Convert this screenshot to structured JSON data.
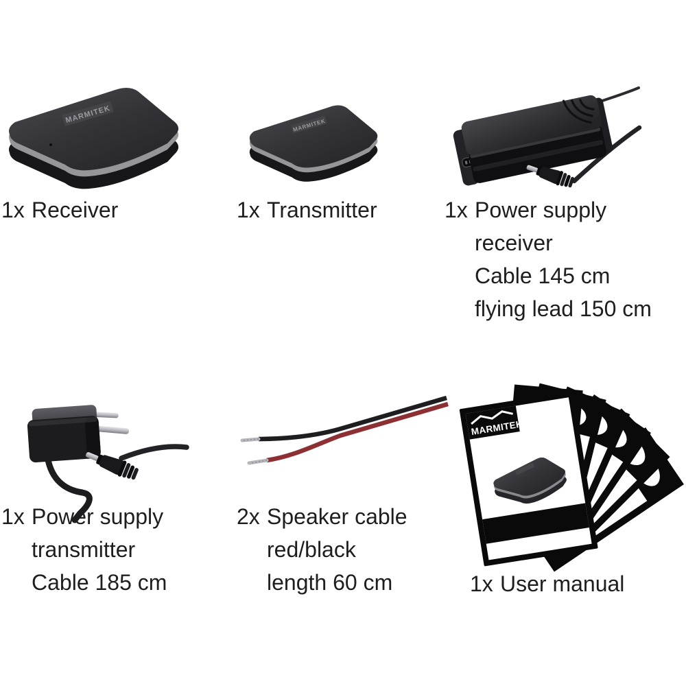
{
  "brand": "MARMITEK",
  "manual": {
    "brand": "MARMITEK."
  },
  "items": [
    {
      "id": "receiver",
      "qty": "1x",
      "lines": [
        "Receiver"
      ]
    },
    {
      "id": "transmitter",
      "qty": "1x",
      "lines": [
        "Transmitter"
      ]
    },
    {
      "id": "power-supply-receiver",
      "qty": "1x",
      "lines": [
        "Power supply",
        "receiver",
        "Cable 145 cm",
        "flying lead 150 cm"
      ]
    },
    {
      "id": "power-supply-transmitter",
      "qty": "1x",
      "lines": [
        "Power supply",
        "transmitter",
        "Cable 185 cm"
      ]
    },
    {
      "id": "speaker-cable",
      "qty": "2x",
      "lines": [
        "Speaker cable",
        "red/black",
        "length 60 cm"
      ]
    },
    {
      "id": "user-manual",
      "qty": "1x",
      "lines": [
        "User manual"
      ]
    }
  ],
  "colors": {
    "device_top": "#323236",
    "device_rim": "#96969a",
    "device_body": "#1b1b1e",
    "cable_red": "#8d3034",
    "text": "#1e1e1e"
  }
}
